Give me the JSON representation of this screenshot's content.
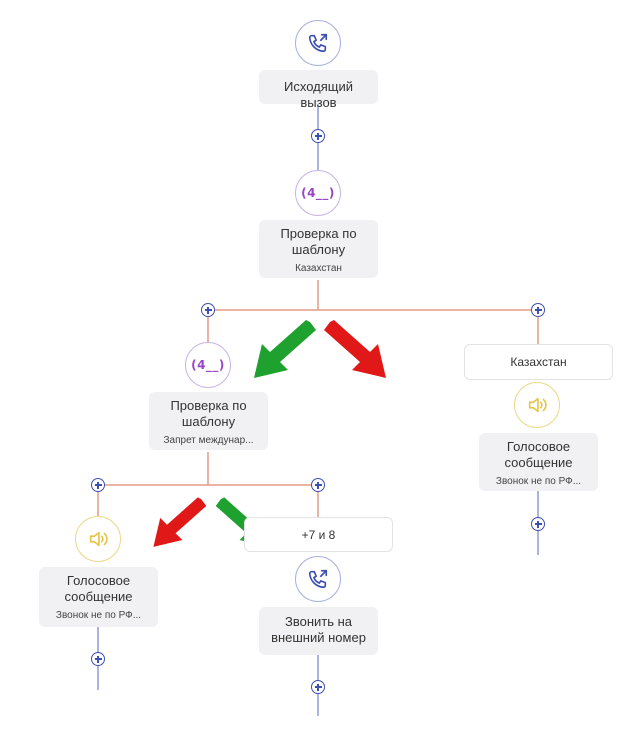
{
  "nodes": {
    "outgoing_call": {
      "title": "Исходящий вызов",
      "icon": "phone-outgoing-icon"
    },
    "template_check_1": {
      "glyph": "(4__)",
      "title": "Проверка по шаблону",
      "subtitle": "Казахстан",
      "icon": "template-check-icon"
    },
    "template_check_2": {
      "glyph": "(4__)",
      "title": "Проверка по шаблону",
      "subtitle": "Запрет междунар...",
      "icon": "template-check-icon"
    },
    "voice_message_right": {
      "title": "Голосовое сообщение",
      "subtitle": "Звонок не по РФ...",
      "icon": "speaker-icon"
    },
    "voice_message_left": {
      "title": "Голосовое сообщение",
      "subtitle": "Звонок не по РФ...",
      "icon": "speaker-icon"
    },
    "call_external": {
      "title": "Звонить на внешний номер",
      "icon": "phone-outgoing-icon"
    }
  },
  "conditions": {
    "kazakhstan": "Казахстан",
    "plus7_or_8": "+7 и 8"
  },
  "colors": {
    "accent_blue": "#3d4fb0",
    "branch_line": "#e39a86",
    "flow_line": "#8e9ad6",
    "template_purple": "#9a45c6",
    "voice_yellow": "#e5c44a",
    "arrow_green": "#1ea12f",
    "arrow_red": "#e01818"
  }
}
